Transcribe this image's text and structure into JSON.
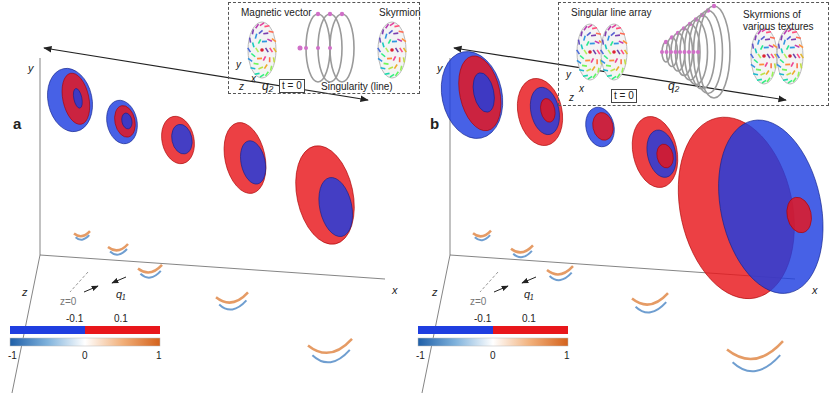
{
  "diagram": {
    "nodes": [
      {
        "text": [
          "Magnetic vector",
          "Skyrmion",
          "Singularity (line)",
          "t = 0",
          "y",
          "x",
          "z"
        ]
      },
      {
        "text": [
          "Singular line array",
          "Skyrmions of various textures",
          "t = 0",
          "y",
          "x",
          "z"
        ]
      }
    ],
    "labels": [
      "a",
      "y",
      "q₂",
      "q₁",
      "z=0",
      "z",
      "x",
      "-0.1",
      "0.1",
      "-1",
      "0",
      "1",
      "b",
      "y",
      "q₂",
      "q₁",
      "z=0",
      "z",
      "x",
      "-0.1",
      "0.1",
      "-1",
      "0",
      "1"
    ]
  }
}
